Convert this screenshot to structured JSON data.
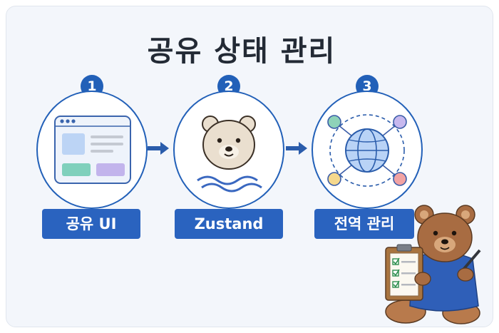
{
  "title": "공유 상태 관리",
  "steps": [
    {
      "number": "1",
      "label": "공유 UI"
    },
    {
      "number": "2",
      "label": "Zustand"
    },
    {
      "number": "3",
      "label": "전역 관리"
    }
  ],
  "colors": {
    "primary": "#2260b8",
    "label_bg": "#2a63bf",
    "background": "#f3f6fb",
    "title": "#232a35"
  },
  "icons": {
    "step1": "browser-window-icon",
    "step2": "bear-face-icon",
    "step3": "network-globe-icon",
    "mascot": "bear-with-clipboard-icon"
  }
}
